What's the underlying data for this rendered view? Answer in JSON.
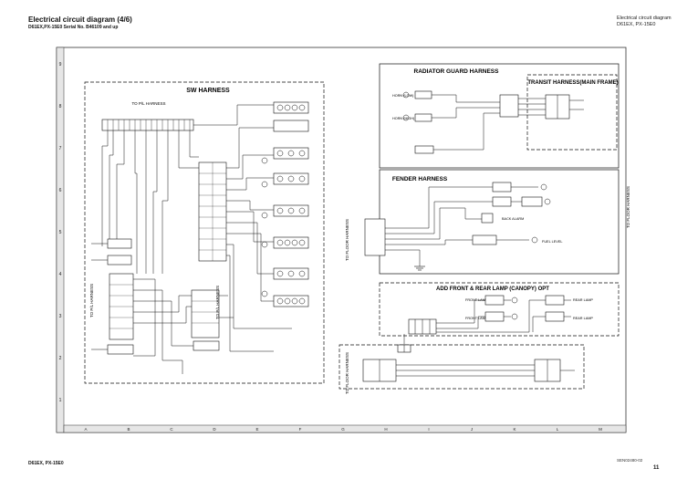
{
  "header": {
    "title": "Electrical circuit diagram (4/6)",
    "subtitle": "D61EX,PX-15E0 Serial No. B46109 and up",
    "right_line1": "Electrical circuit diagram",
    "right_line2": "D61EX, PX-15E0"
  },
  "footer": {
    "model": "D61EX, PX-15E0",
    "doc_code": "SEN02480-02",
    "page": "11"
  },
  "diagram": {
    "harness_sw": "SW HARNESS",
    "harness_radiator": "RADIATOR GUARD HARNESS",
    "harness_transit": "TRANSIT HARNESS(MAIN FRAME)",
    "harness_fender": "FENDER HARNESS",
    "harness_lamp": "ADD FRONT & REAR LAMP (CANOPY) OPT",
    "to_pl_harness_top": "TO P/L HARNESS",
    "to_pl_harness_side": "TO P/L HARNESS",
    "to_pl_harness_mid": "TO P/L HARNESS",
    "to_floor_harness_1": "TO FLOOR HARNESS",
    "to_floor_harness_2": "TO FLOOR HARNESS",
    "to_floor_harness_3": "TO FLOOR HARNESS",
    "back_alarm": "BACK ALARM",
    "fuel_level": "FUEL LEVEL",
    "horn_low": "HORN (LOW)",
    "horn_high": "HORN (HIGH)",
    "front_lamp": "FRONT LAMP",
    "rear_lamp": "REAR LAMP",
    "left_ruler": [
      "9",
      "8",
      "7",
      "6",
      "5",
      "4",
      "3",
      "2",
      "1"
    ],
    "bottom_ruler": [
      "A",
      "B",
      "C",
      "D",
      "E",
      "F",
      "G",
      "H",
      "I",
      "J",
      "K",
      "L",
      "M"
    ]
  },
  "colors": {
    "line": "#111111",
    "frame": "#333333",
    "ruler_fill": "#e6e6e6"
  }
}
